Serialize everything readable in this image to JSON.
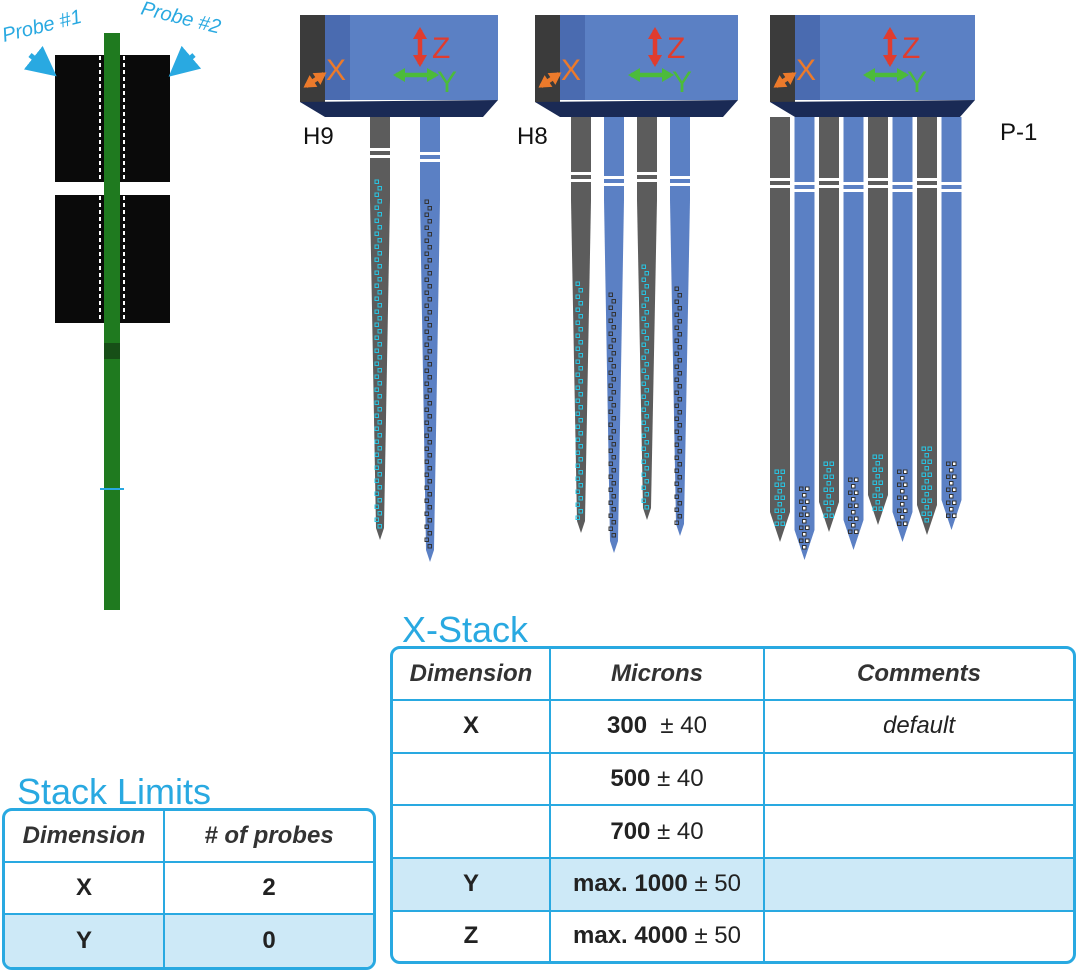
{
  "diagram": {
    "probe_labels": [
      "Probe #1",
      "Probe #2"
    ],
    "axis_labels": {
      "x": "X",
      "y": "Y",
      "z": "Z"
    },
    "models": [
      {
        "name": "H9",
        "shanks": 2
      },
      {
        "name": "H8",
        "shanks": 4
      },
      {
        "name": "P-1",
        "shanks": 8
      }
    ],
    "colors": {
      "accent": "#29a9e1",
      "probe_blue": "#5b80c4",
      "probe_gray": "#5c5c5c",
      "board_green": "#1f7a1f",
      "axis_z": "#e03c2e",
      "axis_y": "#4cbb3a",
      "axis_x": "#ec7a2b",
      "table_shade": "#cde9f7"
    }
  },
  "stack_limits": {
    "title": "Stack Limits",
    "headers": [
      "Dimension",
      "# of probes"
    ],
    "rows": [
      {
        "dimension": "X",
        "probes": "2",
        "shaded": false
      },
      {
        "dimension": "Y",
        "probes": "0",
        "shaded": true
      }
    ]
  },
  "x_stack": {
    "title": "X-Stack",
    "headers": [
      "Dimension",
      "Microns",
      "Comments"
    ],
    "rows": [
      {
        "dimension": "X",
        "prefix": "",
        "value": "300",
        "tolerance": "± 40",
        "comment": "default",
        "shaded": false
      },
      {
        "dimension": "",
        "prefix": "",
        "value": "500",
        "tolerance": "± 40",
        "comment": "",
        "shaded": false
      },
      {
        "dimension": "",
        "prefix": "",
        "value": "700",
        "tolerance": "± 40",
        "comment": "",
        "shaded": false
      },
      {
        "dimension": "Y",
        "prefix": "max.",
        "value": "1000",
        "tolerance": "± 50",
        "comment": "",
        "shaded": true
      },
      {
        "dimension": "Z",
        "prefix": "max.",
        "value": "4000",
        "tolerance": "± 50",
        "comment": "",
        "shaded": false
      }
    ]
  }
}
